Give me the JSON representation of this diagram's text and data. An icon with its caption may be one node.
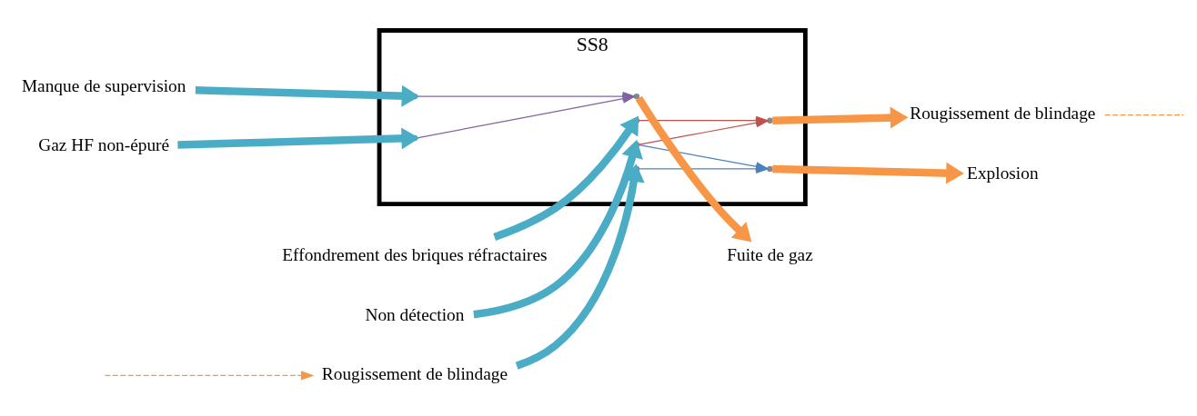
{
  "diagram": {
    "nodes": [
      {
        "text": [
          "SS8"
        ]
      },
      {
        "text": [
          "Effondrement des briques réfractaires"
        ]
      },
      {
        "text": [
          "Non détection"
        ]
      },
      {
        "text": [
          "Manque de supervision"
        ]
      },
      {
        "text": [
          "Gaz HF non-épuré"
        ]
      },
      {
        "text": [
          "Rougissement de blindage"
        ]
      },
      {
        "text": [],
        "shape": "point",
        "in": 0
      },
      {
        "text": [],
        "shape": "point",
        "in": 0
      },
      {
        "text": [],
        "shape": "point",
        "in": 0
      },
      {
        "text": [],
        "shape": "point",
        "in": 0
      },
      {
        "text": [],
        "shape": "point",
        "in": 0
      },
      {
        "text": [],
        "shape": "point",
        "in": 0
      },
      {
        "text": [],
        "shape": "point",
        "in": 0
      },
      {
        "text": [],
        "shape": "point",
        "in": 0
      },
      {
        "text": [
          "Rougissement de blindage"
        ]
      },
      {
        "text": [
          "Fuite de gaz"
        ]
      },
      {
        "text": [
          "Explosion"
        ]
      }
    ],
    "edges": [
      {
        "from": 1,
        "to": 6,
        "arrow": "to",
        "style": "thick",
        "color": "#4bacc6"
      },
      {
        "from": 2,
        "to": 7,
        "arrow": "to",
        "style": "thick",
        "color": "#4bacc6"
      },
      {
        "from": 3,
        "to": 8,
        "arrow": "to",
        "style": "thick",
        "color": "#4bacc6"
      },
      {
        "from": 4,
        "to": 9,
        "arrow": "to",
        "style": "thick",
        "color": "#4bacc6"
      },
      {
        "from": 5,
        "to": 10,
        "arrow": "to",
        "style": "thick",
        "color": "#4bacc6"
      },
      {
        "from": 6,
        "to": 11,
        "arrow": "to",
        "color": "#c0504d"
      },
      {
        "from": 7,
        "to": 11,
        "arrow": "to",
        "color": "#c0504d"
      },
      {
        "from": 8,
        "to": 12,
        "arrow": "to",
        "color": "#8064a2"
      },
      {
        "from": 9,
        "to": 12,
        "arrow": "to",
        "color": "#8064a2"
      },
      {
        "from": 7,
        "to": 13,
        "arrow": "to",
        "color": "#4f81bd"
      },
      {
        "from": 10,
        "to": 13,
        "arrow": "to",
        "color": "#4f81bd"
      },
      {
        "from": 11,
        "to": 14,
        "arrow": "to",
        "style": "thick",
        "color": "#f79646"
      },
      {
        "from": 12,
        "to": 15,
        "arrow": "to",
        "style": "thick",
        "color": "#f79646"
      },
      {
        "from": 13,
        "to": 16,
        "arrow": "to",
        "style": "thick",
        "color": "#f79646"
      },
      {
        "from": 14,
        "to": null,
        "arrow": "none",
        "style": "dashed",
        "color": "#f79646"
      },
      {
        "from": null,
        "to": 5,
        "arrow": "to",
        "style": "dashed",
        "color": "#f79646"
      }
    ]
  }
}
